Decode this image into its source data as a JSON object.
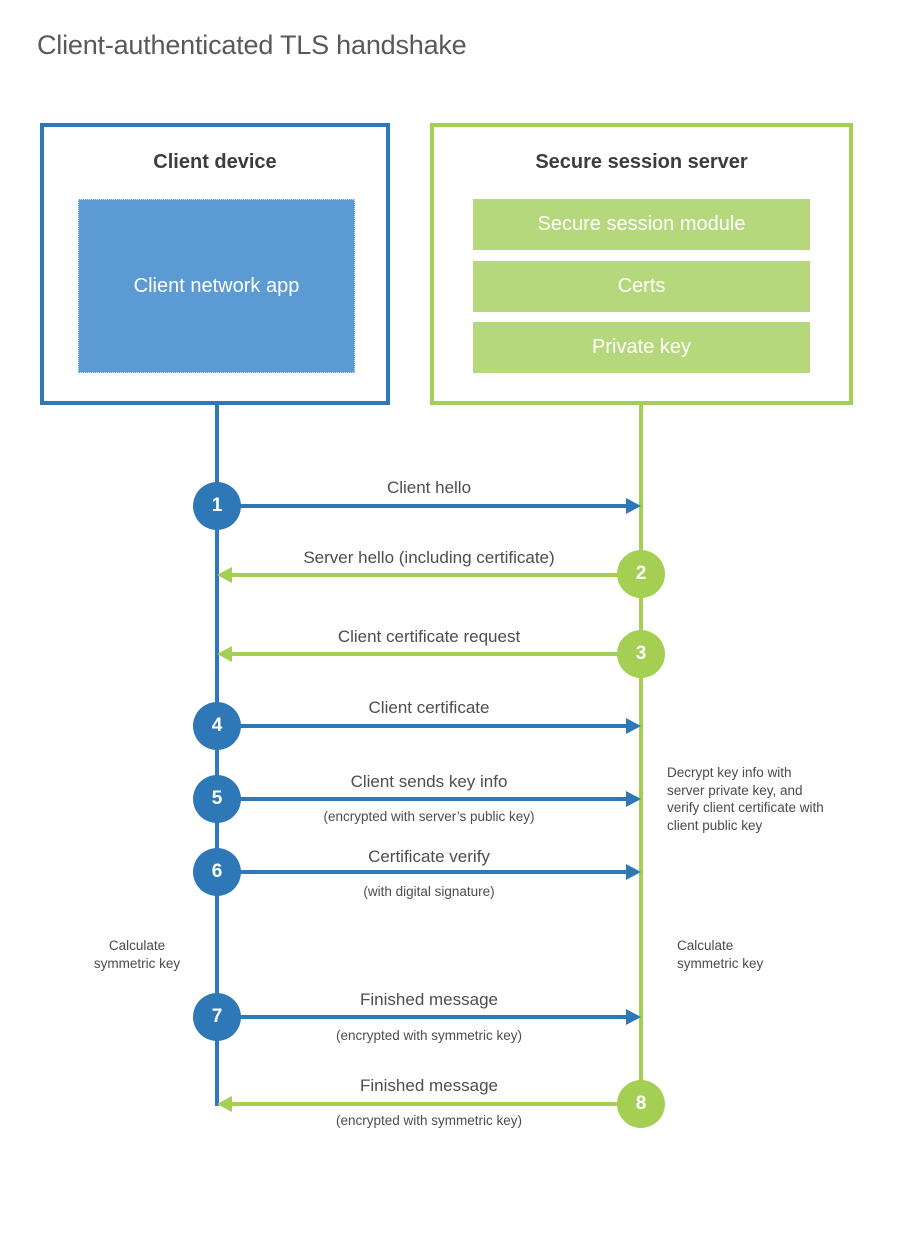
{
  "title": "Client-authenticated TLS handshake",
  "colors": {
    "blue": "#2e78b8",
    "blue_fill": "#5b9ad2",
    "green": "#a5cf52",
    "green_fill": "#b5d87c",
    "text_dark": "#3d3d3d",
    "text_gray": "#58595b",
    "label_text": "#4d4d4d",
    "white": "#ffffff"
  },
  "client": {
    "title": "Client device",
    "app_label": "Client network app"
  },
  "server": {
    "title": "Secure session server",
    "modules": [
      {
        "label": "Secure session module"
      },
      {
        "label": "Certs"
      },
      {
        "label": "Private key"
      }
    ]
  },
  "steps": [
    {
      "num": "1",
      "actor": "client",
      "direction": "right",
      "label": "Client hello",
      "sublabel": ""
    },
    {
      "num": "2",
      "actor": "server",
      "direction": "left",
      "label": "Server hello (including certificate)",
      "sublabel": ""
    },
    {
      "num": "3",
      "actor": "server",
      "direction": "left",
      "label": "Client certificate request",
      "sublabel": ""
    },
    {
      "num": "4",
      "actor": "client",
      "direction": "right",
      "label": "Client certificate",
      "sublabel": ""
    },
    {
      "num": "5",
      "actor": "client",
      "direction": "right",
      "label": "Client sends key info",
      "sublabel": "(encrypted with server’s public key)"
    },
    {
      "num": "6",
      "actor": "client",
      "direction": "right",
      "label": "Certificate verify",
      "sublabel": "(with digital signature)"
    },
    {
      "num": "7",
      "actor": "client",
      "direction": "right",
      "label": "Finished message",
      "sublabel": "(encrypted with symmetric key)"
    },
    {
      "num": "8",
      "actor": "server",
      "direction": "left",
      "label": "Finished message",
      "sublabel": "(encrypted with symmetric key)"
    }
  ],
  "notes": {
    "decrypt": "Decrypt key info with server private key, and verify client certificate with client public key",
    "calc_left": "Calculate symmetric key",
    "calc_right": "Calculate symmetric key"
  }
}
